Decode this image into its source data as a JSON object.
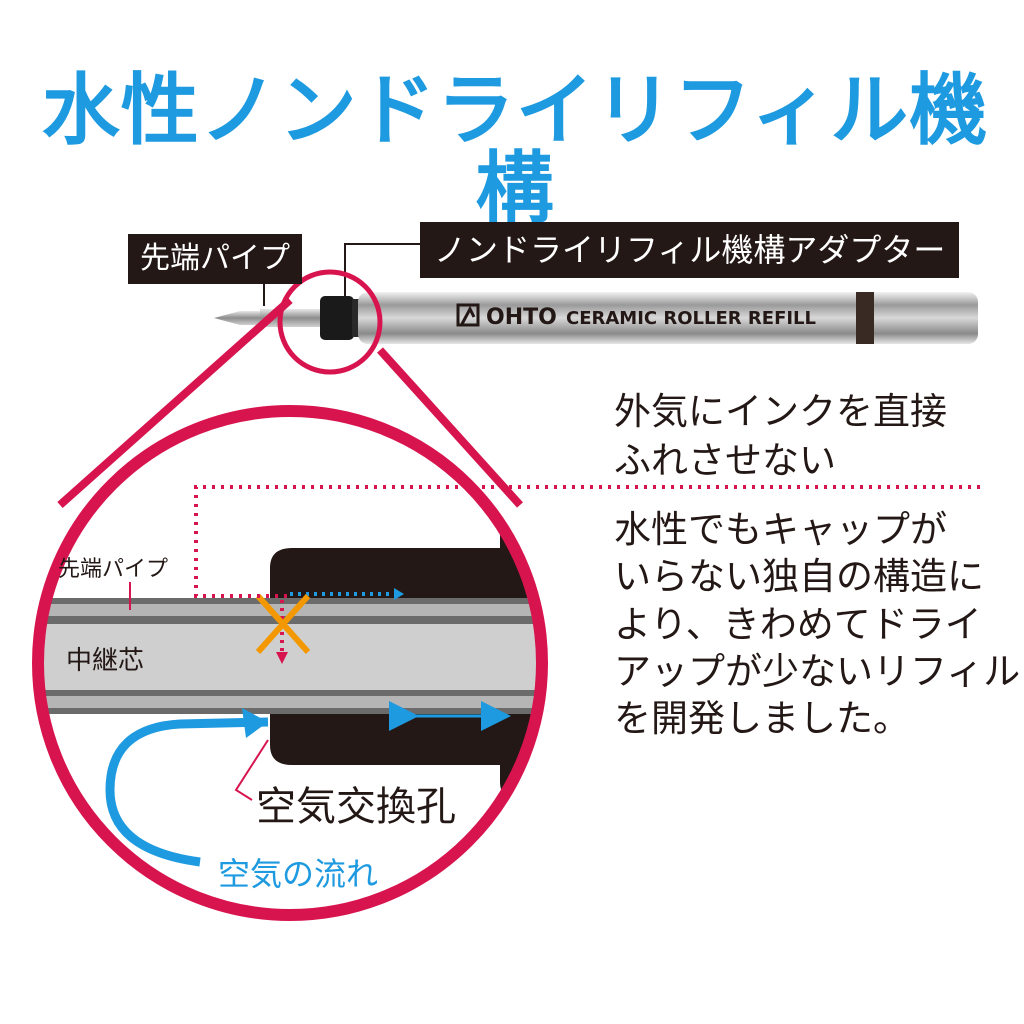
{
  "title": "水性ノンドライリフィル機構",
  "labels": {
    "tip_pipe": "先端パイプ",
    "adapter": "ノンドライリフィル機構アダプター",
    "tip_pipe_inner": "先端パイプ",
    "relay_core": "中継芯",
    "air_hole": "空気交換孔",
    "air_flow": "空気の流れ"
  },
  "refill_print": {
    "brand": "OHTO",
    "product": "CERAMIC ROLLER  REFILL"
  },
  "description": {
    "heading_lines": [
      "外気にインクを直接",
      "ふれさせない"
    ],
    "body_lines": [
      "水性でもキャップが",
      "いらない独自の構造に",
      "より、きわめてドライ",
      "アップが少ないリフィル",
      "を開発しました。"
    ]
  },
  "colors": {
    "title": "#1e9ae0",
    "circle": "#d8144f",
    "dotted": "#d8144f",
    "air_flow": "#1e9ae0",
    "cross": "#f39800",
    "label_bg": "#231815"
  }
}
